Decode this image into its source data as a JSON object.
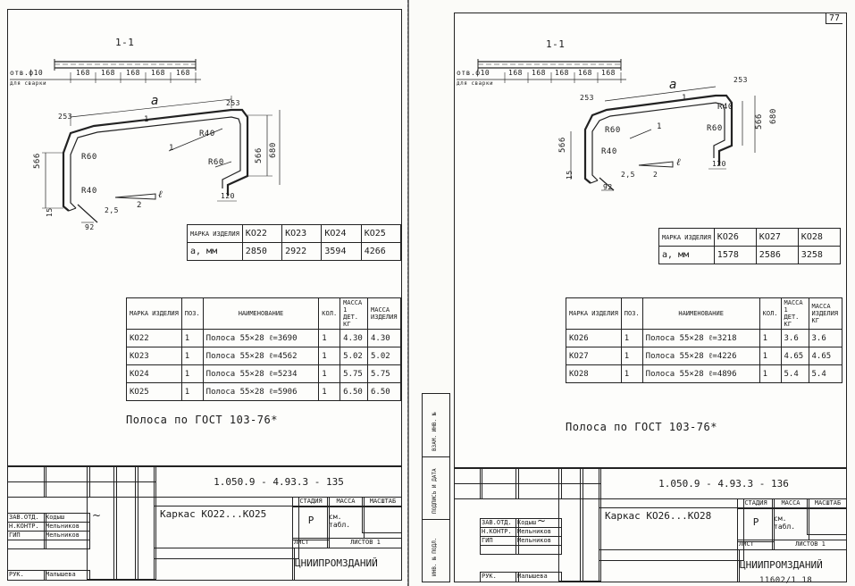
{
  "page_number": "77",
  "sheets": [
    {
      "id": "left",
      "section_label": "1-1",
      "holes_label": "отв.ф10",
      "holes_sub": "для сварки",
      "pitch": [
        "168",
        "168",
        "168",
        "168",
        "168"
      ],
      "dims": {
        "a": "a",
        "d253": "253",
        "d566": "566",
        "d680": "680",
        "d15": "15",
        "d92": "92",
        "d120": "120",
        "d25": "2,5",
        "p1": "1",
        "p2": "2",
        "r40a": "R40",
        "r40b": "R40",
        "r60a": "R60",
        "r60b": "R60",
        "l": "ℓ"
      },
      "marks_table": {
        "header_mark": "МАРКА ИЗДЕЛИЯ",
        "header_a": "a, мм",
        "marks": [
          "КО22",
          "КО23",
          "КО24",
          "КО25"
        ],
        "values": [
          "2850",
          "2922",
          "3594",
          "4266"
        ]
      },
      "spec_table": {
        "headers": [
          "МАРКА ИЗДЕЛИЯ",
          "ПОЗ.",
          "НАИМЕНОВАНИЕ",
          "КОЛ.",
          "МАССА 1 ДЕТ. КГ",
          "МАССА ИЗДЕЛИЯ"
        ],
        "rows": [
          [
            "КО22",
            "1",
            "Полоса 55×28  ℓ=3690",
            "1",
            "4.30",
            "4.30"
          ],
          [
            "КО23",
            "1",
            "Полоса 55×28  ℓ=4562",
            "1",
            "5.02",
            "5.02"
          ],
          [
            "КО24",
            "1",
            "Полоса 55×28  ℓ=5234",
            "1",
            "5.75",
            "5.75"
          ],
          [
            "КО25",
            "1",
            "Полоса 55×28  ℓ=5906",
            "1",
            "6.50",
            "6.50"
          ]
        ]
      },
      "note": "Полоса по ГОСТ 103-76*",
      "stamp": {
        "code": "1.050.9 - 4.93.3 - 135",
        "title": "Каркас КО22...КО25",
        "stage_h": "СТАДИЯ",
        "stage_v": "Р",
        "mass_h": "МАССА",
        "mass_v": "см. табл.",
        "scale_h": "МАСШТАБ",
        "sheet_h": "ЛИСТ",
        "sheets_h": "ЛИСТОВ 1",
        "org": "ЦНИИПРОМЗДАНИЙ",
        "roles": [
          "ЗАВ.ОТД.",
          "Н.КОНТР.",
          "ГИП",
          "",
          "РУК."
        ],
        "names": [
          "Кодыш",
          "Мельников",
          "Мельников",
          "",
          "Малышева"
        ]
      }
    },
    {
      "id": "right",
      "section_label": "1-1",
      "holes_label": "отв.ф10",
      "holes_sub": "для сварки",
      "pitch": [
        "168",
        "168",
        "168",
        "168",
        "168"
      ],
      "dims": {
        "a": "a",
        "d253": "253",
        "d253b": "253",
        "d566": "566",
        "d680": "680",
        "d566b": "566",
        "d15": "15",
        "d92": "92",
        "d120": "120",
        "d25": "2,5",
        "p1": "1",
        "p1b": "1",
        "p2": "2",
        "r40a": "R40",
        "r40b": "R40",
        "r60a": "R60",
        "r60b": "R60",
        "l": "ℓ"
      },
      "marks_table": {
        "header_mark": "МАРКА ИЗДЕЛИЯ",
        "header_a": "a, мм",
        "marks": [
          "КО26",
          "КО27",
          "КО28"
        ],
        "values": [
          "1578",
          "2586",
          "3258"
        ]
      },
      "spec_table": {
        "headers": [
          "МАРКА ИЗДЕЛИЯ",
          "ПОЗ.",
          "НАИМЕНОВАНИЕ",
          "КОЛ.",
          "МАССА 1 ДЕТ. КГ",
          "МАССА ИЗДЕЛИЯ КГ"
        ],
        "rows": [
          [
            "КО26",
            "1",
            "Полоса 55×28  ℓ=3218",
            "1",
            "3.6",
            "3.6"
          ],
          [
            "КО27",
            "1",
            "Полоса 55×28  ℓ=4226",
            "1",
            "4.65",
            "4.65"
          ],
          [
            "КО28",
            "1",
            "Полоса 55×28  ℓ=4896",
            "1",
            "5.4",
            "5.4"
          ]
        ]
      },
      "note": "Полоса по ГОСТ 103-76*",
      "stamp": {
        "code": "1.050.9 - 4.93.3 - 136",
        "title": "Каркас КО26...КО28",
        "stage_h": "СТАДИЯ",
        "stage_v": "Р",
        "mass_h": "МАССА",
        "mass_v": "см. табл.",
        "scale_h": "МАСШТАБ",
        "sheet_h": "ЛИСТ",
        "sheets_h": "ЛИСТОВ 1",
        "org": "ЦНИИПРОМЗДАНИЙ",
        "roles": [
          "ЗАВ.ОТД.",
          "Н.КОНТР.",
          "ГИП",
          "",
          "РУК."
        ],
        "names": [
          "Кодыш",
          "Мельников",
          "Мельников",
          "",
          "Малышева"
        ]
      }
    }
  ],
  "side_strip": [
    "ВЗАМ. ИНВ. №",
    "ПОДПИСЬ И ДАТА",
    "ИНВ. № ПОДЛ."
  ],
  "footer_code": "11602/1  18"
}
